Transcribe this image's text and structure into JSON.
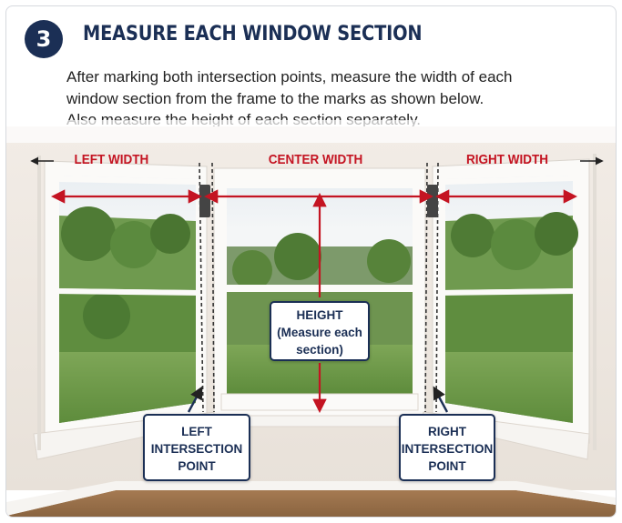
{
  "header": {
    "step_number": "3",
    "title": "MEASURE EACH WINDOW SECTION"
  },
  "instructions": {
    "line1": "After marking both intersection points, measure the width of each",
    "line2": "window section from the frame to the marks as shown below.",
    "line3": "Also measure the height of each section separately."
  },
  "labels": {
    "left_width": "LEFT WIDTH",
    "center_width": "CENTER WIDTH",
    "right_width": "RIGHT WIDTH"
  },
  "callouts": {
    "height": {
      "line1": "HEIGHT",
      "line2": "(Measure each",
      "line3": "section)"
    },
    "left_intersection": {
      "line1": "LEFT",
      "line2": "INTERSECTION",
      "line3": "POINT"
    },
    "right_intersection": {
      "line1": "RIGHT",
      "line2": "INTERSECTION",
      "line3": "POINT"
    }
  },
  "colors": {
    "navy": "#1b2f55",
    "measure_red": "#c41422"
  },
  "icons": [
    "double-arrow-icon",
    "pointer-arrow-icon",
    "tape-line-icon"
  ]
}
